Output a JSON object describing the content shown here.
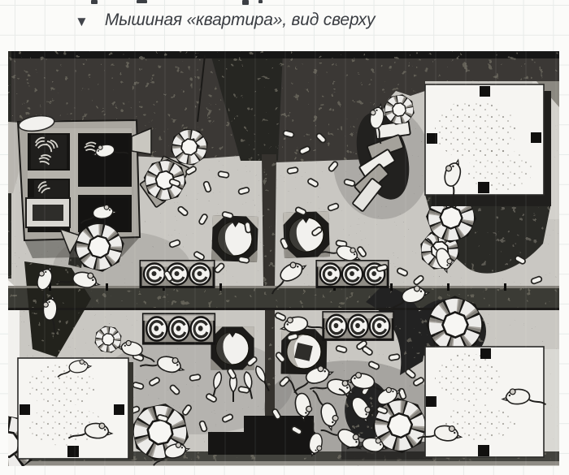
{
  "caption": {
    "marker": "▼",
    "text": "Мышиная «квартира», вид сверху"
  },
  "figure": {
    "alt": "Черно-белая иллюстрация-гравюра: мышиный вольер из четырёх отсеков, вид сверху — гнездовые ящики, спиральные лестницы-кормушки, поилки, разбросанный корм и множество мышей",
    "style": "engraving-top-view"
  },
  "colors": {
    "page_background": "#fbfbf9",
    "grid_line": "#e8ebe9",
    "caption_text": "#3a3d42",
    "wall_dark": "#3a3936",
    "floor_light": "#c9c7c2",
    "platform_white": "#f6f5f2",
    "ink_black": "#161514"
  }
}
